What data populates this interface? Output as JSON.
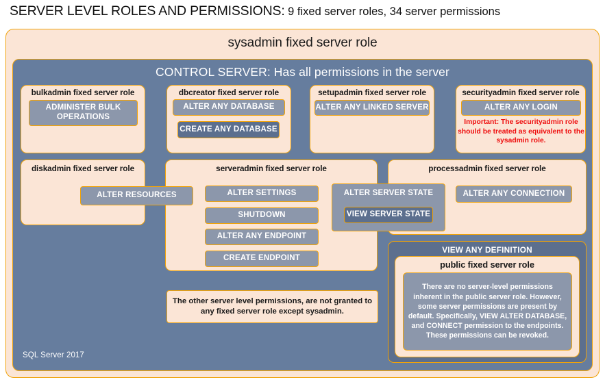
{
  "title": {
    "strong": "SERVER LEVEL ROLES AND PERMISSIONS:",
    "rest": " 9 fixed server roles, 34 server permissions"
  },
  "outer_role": {
    "label": "sysadmin  fixed  server  role"
  },
  "control_bar": {
    "label": "CONTROL SERVER: Has all permissions in the server"
  },
  "roles": [
    {
      "id": "bulkadmin",
      "label": "bulkadmin  fixed server role",
      "permissions": [
        "ADMINISTER  BULK OPERATIONS"
      ]
    },
    {
      "id": "dbcreator",
      "label": "dbcreator fixed server role",
      "permissions": [
        "ALTER ANY DATABASE",
        "CREATE  ANY DATABASE"
      ]
    },
    {
      "id": "setupadmin",
      "label": "setupadmin fixed server role",
      "permissions": [
        "ALTER ANY LINKED SERVER"
      ]
    },
    {
      "id": "securityadmin",
      "label": "securityadmin  fixed server role",
      "permissions": [
        "ALTER ANY LOGIN"
      ],
      "warning": "Important:  The securityadmin role should  be treated as equivalent to the  sysadmin role."
    },
    {
      "id": "diskadmin",
      "label": "diskadmin  fixed server role",
      "permissions": [
        "ALTER RESOURCES"
      ]
    },
    {
      "id": "serveradmin",
      "label": "serveradmin fixed server role",
      "permissions": [
        "ALTER SETTINGS",
        "SHUTDOWN",
        "ALTER ANY ENDPOINT",
        "CREATE  ENDPOINT"
      ]
    },
    {
      "id": "processadmin",
      "label": "processadmin fixed server role",
      "permissions": [
        "ALTER ANY CONNECTION"
      ]
    },
    {
      "id": "public",
      "label": "public  fixed server role",
      "permissions": [
        "VIEW ANY DEFINITION"
      ],
      "note": "There are no server-level permissions inherent in the public server role. However, some server permissions are present by default. Specifically, VIEW ALTER DATABASE, and CONNECT permission to the endpoints. These permissions can be revoked."
    }
  ],
  "shared_permissions": {
    "alter_server_state": "ALTER SERVER  STATE",
    "view_server_state": "VIEW SERVER  STATE"
  },
  "notes": {
    "other_permissions": "The other server level permissions,  are not granted to any fixed server role except sysadmin."
  },
  "footer": {
    "version": "SQL Server 2017"
  },
  "colors": {
    "peach_fill": "#fbe5d6",
    "gold_border": "#f0a30a",
    "blue_fill": "#667d9e",
    "permission_fill": "#8c97ab",
    "permission_dark_fill": "#5c6f8e",
    "warning_text": "#ee0d0d",
    "page_background": "#ffffff"
  }
}
